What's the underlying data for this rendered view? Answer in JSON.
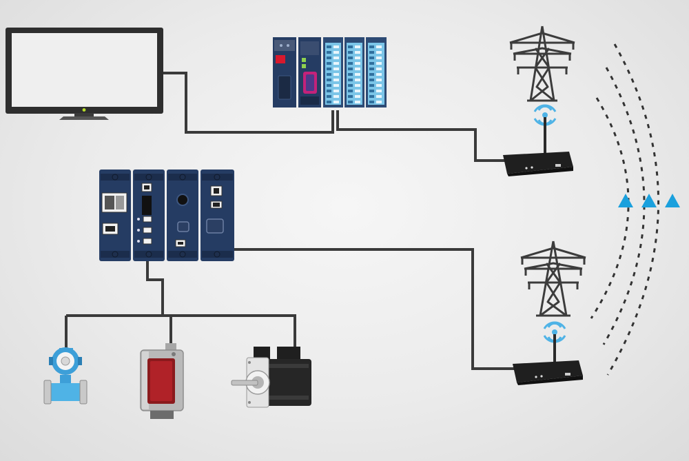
{
  "diagram": {
    "nodes": [
      {
        "id": "monitor",
        "icon": "monitor-icon"
      },
      {
        "id": "plc",
        "icon": "plc-rack-icon"
      },
      {
        "id": "io_module",
        "icon": "modular-io-controller-icon"
      },
      {
        "id": "flowmeter",
        "icon": "flow-meter-icon"
      },
      {
        "id": "photo_sensor",
        "icon": "photoelectric-sensor-icon"
      },
      {
        "id": "servo_motor",
        "icon": "servo-motor-icon"
      },
      {
        "id": "router_top",
        "icon": "wireless-router-icon"
      },
      {
        "id": "router_bottom",
        "icon": "wireless-router-icon"
      },
      {
        "id": "tower_top",
        "icon": "power-transmission-tower-icon"
      },
      {
        "id": "tower_bottom",
        "icon": "power-transmission-tower-icon"
      }
    ],
    "edges": [
      [
        "monitor",
        "plc"
      ],
      [
        "plc",
        "router_top"
      ],
      [
        "io_module",
        "router_bottom"
      ],
      [
        "io_module",
        "flowmeter"
      ],
      [
        "io_module",
        "photo_sensor"
      ],
      [
        "io_module",
        "servo_motor"
      ]
    ],
    "wireless_link": {
      "icon": "wireless-signal-arcs-icon",
      "direction": "up"
    },
    "colors": {
      "background": "#e9e9e9",
      "wire": "#3a3a3a",
      "module_navy": "#253c63",
      "accent_blue": "#1aa0dd",
      "signal_cyan": "#4fb3e6"
    }
  }
}
